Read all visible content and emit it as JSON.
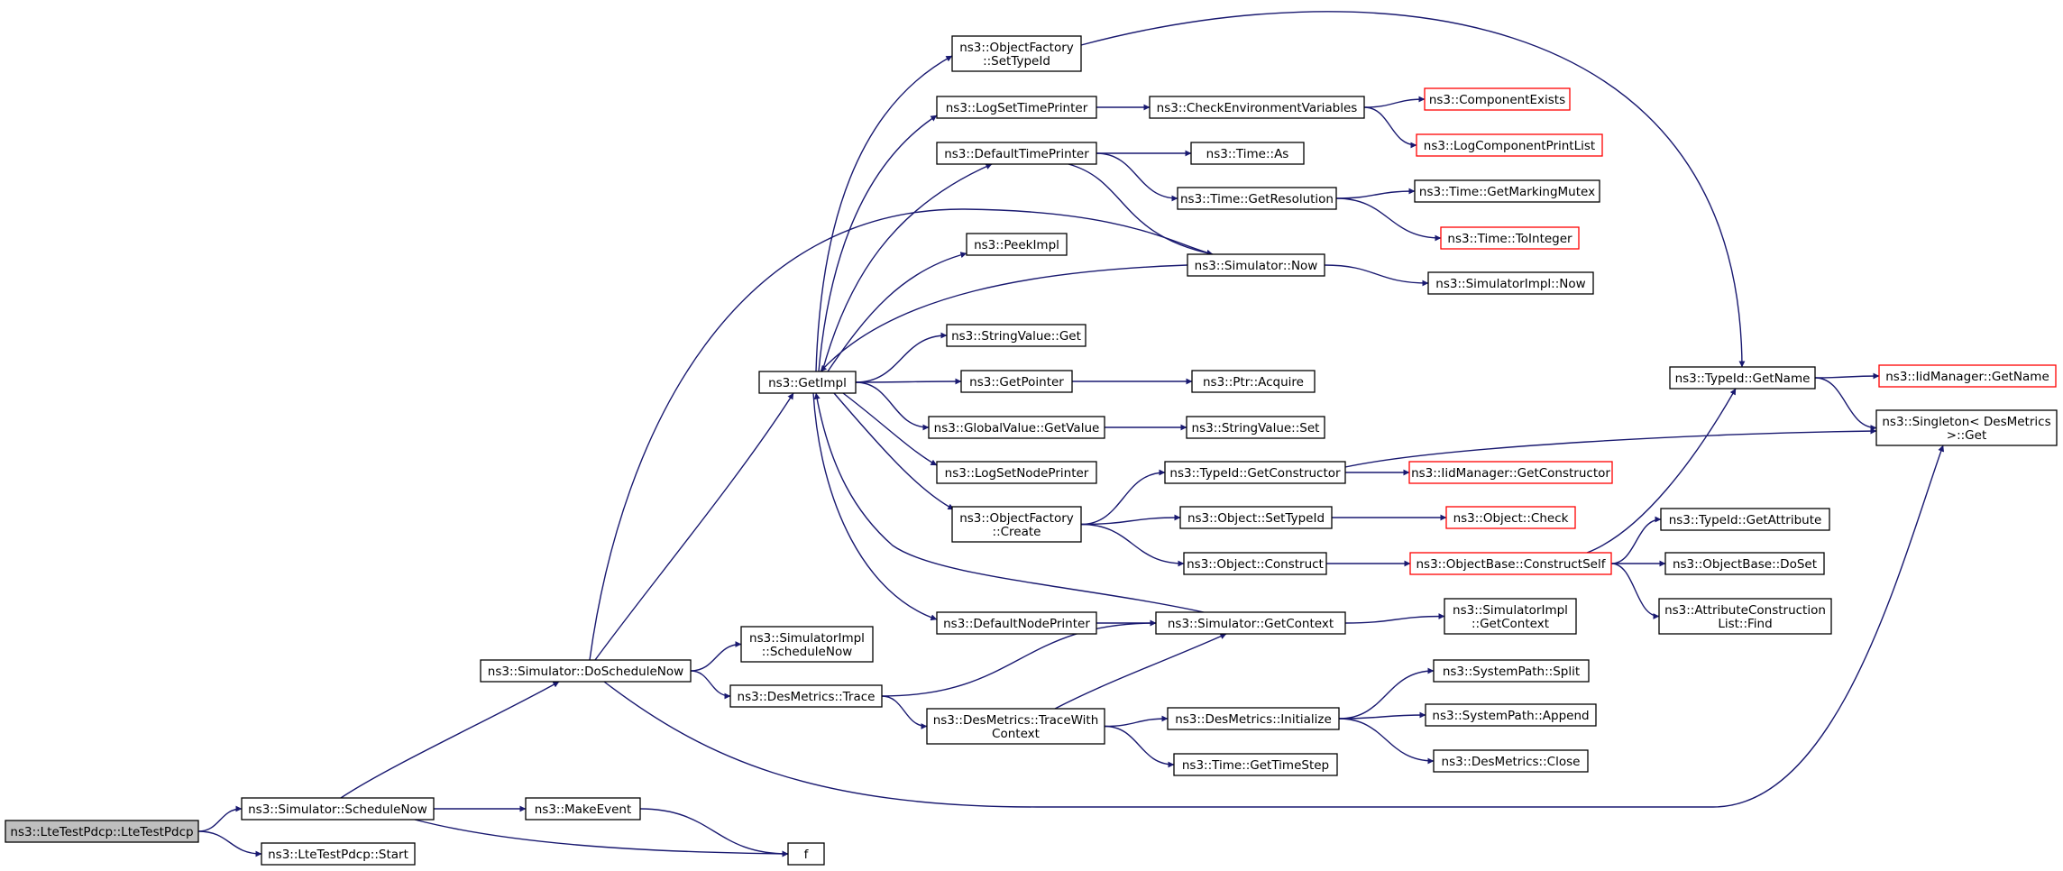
{
  "graph": {
    "colors": {
      "edge": "#191970",
      "node_border": "#000000",
      "node_border_missing": "#ff0000",
      "root_fill": "#bfbfbf",
      "background": "#ffffff"
    },
    "nodes": [
      {
        "id": "root",
        "lines": [
          "ns3::LteTestPdcp::LteTestPdcp"
        ],
        "style": "root"
      },
      {
        "id": "schedulenow",
        "lines": [
          "ns3::Simulator::ScheduleNow"
        ]
      },
      {
        "id": "start",
        "lines": [
          "ns3::LteTestPdcp::Start"
        ]
      },
      {
        "id": "doschedulenow",
        "lines": [
          "ns3::Simulator::DoScheduleNow"
        ]
      },
      {
        "id": "makeevent",
        "lines": [
          "ns3::MakeEvent"
        ]
      },
      {
        "id": "f",
        "lines": [
          "f"
        ]
      },
      {
        "id": "simimpl_schedulenow",
        "lines": [
          "ns3::SimulatorImpl",
          "::ScheduleNow"
        ]
      },
      {
        "id": "desmetrics_trace",
        "lines": [
          "ns3::DesMetrics::Trace"
        ]
      },
      {
        "id": "getimpl",
        "lines": [
          "ns3::GetImpl"
        ]
      },
      {
        "id": "desmetrics_tracewith",
        "lines": [
          "ns3::DesMetrics::TraceWith",
          "Context"
        ]
      },
      {
        "id": "of_settypeid",
        "lines": [
          "ns3::ObjectFactory",
          "::SetTypeId"
        ]
      },
      {
        "id": "logsettimeprinter",
        "lines": [
          "ns3::LogSetTimePrinter"
        ]
      },
      {
        "id": "defaulttimeprinter",
        "lines": [
          "ns3::DefaultTimePrinter"
        ]
      },
      {
        "id": "peekimpl",
        "lines": [
          "ns3::PeekImpl"
        ]
      },
      {
        "id": "stringvalue_get",
        "lines": [
          "ns3::StringValue::Get"
        ]
      },
      {
        "id": "getpointer",
        "lines": [
          "ns3::GetPointer"
        ]
      },
      {
        "id": "globalvalue_getvalue",
        "lines": [
          "ns3::GlobalValue::GetValue"
        ]
      },
      {
        "id": "logsetnodeprinter",
        "lines": [
          "ns3::LogSetNodePrinter"
        ]
      },
      {
        "id": "of_create",
        "lines": [
          "ns3::ObjectFactory",
          "::Create"
        ]
      },
      {
        "id": "defaultnodeprinter",
        "lines": [
          "ns3::DefaultNodePrinter"
        ]
      },
      {
        "id": "checkenv",
        "lines": [
          "ns3::CheckEnvironmentVariables"
        ]
      },
      {
        "id": "time_as",
        "lines": [
          "ns3::Time::As"
        ]
      },
      {
        "id": "time_getresolution",
        "lines": [
          "ns3::Time::GetResolution"
        ]
      },
      {
        "id": "simulator_now",
        "lines": [
          "ns3::Simulator::Now"
        ]
      },
      {
        "id": "ptr_acquire",
        "lines": [
          "ns3::Ptr::Acquire"
        ]
      },
      {
        "id": "stringvalue_set",
        "lines": [
          "ns3::StringValue::Set"
        ]
      },
      {
        "id": "typeid_getconstructor",
        "lines": [
          "ns3::TypeId::GetConstructor"
        ]
      },
      {
        "id": "object_settypeid",
        "lines": [
          "ns3::Object::SetTypeId"
        ]
      },
      {
        "id": "object_construct",
        "lines": [
          "ns3::Object::Construct"
        ]
      },
      {
        "id": "simulator_getcontext",
        "lines": [
          "ns3::Simulator::GetContext"
        ]
      },
      {
        "id": "desmetrics_initialize",
        "lines": [
          "ns3::DesMetrics::Initialize"
        ]
      },
      {
        "id": "time_gettimestep",
        "lines": [
          "ns3::Time::GetTimeStep"
        ]
      },
      {
        "id": "componentexists",
        "lines": [
          "ns3::ComponentExists"
        ],
        "style": "red"
      },
      {
        "id": "logcomponentprintlist",
        "lines": [
          "ns3::LogComponentPrintList"
        ],
        "style": "red"
      },
      {
        "id": "time_getmarkingmutex",
        "lines": [
          "ns3::Time::GetMarkingMutex"
        ]
      },
      {
        "id": "time_tointeger",
        "lines": [
          "ns3::Time::ToInteger"
        ],
        "style": "red"
      },
      {
        "id": "simimpl_now",
        "lines": [
          "ns3::SimulatorImpl::Now"
        ]
      },
      {
        "id": "iidmanager_getconstructor",
        "lines": [
          "ns3::IidManager::GetConstructor"
        ],
        "style": "red"
      },
      {
        "id": "object_check",
        "lines": [
          "ns3::Object::Check"
        ],
        "style": "red"
      },
      {
        "id": "objectbase_constructself",
        "lines": [
          "ns3::ObjectBase::ConstructSelf"
        ],
        "style": "red"
      },
      {
        "id": "simimpl_getcontext",
        "lines": [
          "ns3::SimulatorImpl",
          "::GetContext"
        ]
      },
      {
        "id": "systempath_split",
        "lines": [
          "ns3::SystemPath::Split"
        ]
      },
      {
        "id": "systempath_append",
        "lines": [
          "ns3::SystemPath::Append"
        ]
      },
      {
        "id": "desmetrics_close",
        "lines": [
          "ns3::DesMetrics::Close"
        ]
      },
      {
        "id": "typeid_getname",
        "lines": [
          "ns3::TypeId::GetName"
        ]
      },
      {
        "id": "typeid_getattribute",
        "lines": [
          "ns3::TypeId::GetAttribute"
        ]
      },
      {
        "id": "objectbase_doset",
        "lines": [
          "ns3::ObjectBase::DoSet"
        ]
      },
      {
        "id": "attrconstruction_find",
        "lines": [
          "ns3::AttributeConstruction",
          "List::Find"
        ]
      },
      {
        "id": "iidmanager_getname",
        "lines": [
          "ns3::IidManager::GetName"
        ],
        "style": "red"
      },
      {
        "id": "singleton_get",
        "lines": [
          "ns3::Singleton< DesMetrics",
          " >::Get"
        ]
      }
    ],
    "edges": [
      [
        "root",
        "schedulenow"
      ],
      [
        "root",
        "start"
      ],
      [
        "schedulenow",
        "doschedulenow"
      ],
      [
        "schedulenow",
        "makeevent"
      ],
      [
        "schedulenow",
        "f"
      ],
      [
        "makeevent",
        "f"
      ],
      [
        "doschedulenow",
        "getimpl"
      ],
      [
        "doschedulenow",
        "simimpl_schedulenow"
      ],
      [
        "doschedulenow",
        "desmetrics_trace"
      ],
      [
        "doschedulenow",
        "simulator_now"
      ],
      [
        "doschedulenow",
        "singleton_get"
      ],
      [
        "desmetrics_trace",
        "simulator_getcontext"
      ],
      [
        "desmetrics_trace",
        "desmetrics_tracewith"
      ],
      [
        "desmetrics_tracewith",
        "simulator_getcontext"
      ],
      [
        "desmetrics_tracewith",
        "desmetrics_initialize"
      ],
      [
        "desmetrics_tracewith",
        "time_gettimestep"
      ],
      [
        "getimpl",
        "of_settypeid"
      ],
      [
        "getimpl",
        "logsettimeprinter"
      ],
      [
        "getimpl",
        "defaulttimeprinter"
      ],
      [
        "getimpl",
        "peekimpl"
      ],
      [
        "getimpl",
        "stringvalue_get"
      ],
      [
        "getimpl",
        "getpointer"
      ],
      [
        "getimpl",
        "globalvalue_getvalue"
      ],
      [
        "getimpl",
        "logsetnodeprinter"
      ],
      [
        "getimpl",
        "of_create"
      ],
      [
        "getimpl",
        "defaultnodeprinter"
      ],
      [
        "simulator_now",
        "getimpl"
      ],
      [
        "simulator_getcontext",
        "getimpl"
      ],
      [
        "of_settypeid",
        "typeid_getname"
      ],
      [
        "logsettimeprinter",
        "checkenv"
      ],
      [
        "checkenv",
        "componentexists"
      ],
      [
        "checkenv",
        "logcomponentprintlist"
      ],
      [
        "defaulttimeprinter",
        "time_as"
      ],
      [
        "defaulttimeprinter",
        "time_getresolution"
      ],
      [
        "defaulttimeprinter",
        "simulator_now"
      ],
      [
        "time_getresolution",
        "time_getmarkingmutex"
      ],
      [
        "time_getresolution",
        "time_tointeger"
      ],
      [
        "simulator_now",
        "simimpl_now"
      ],
      [
        "getpointer",
        "ptr_acquire"
      ],
      [
        "globalvalue_getvalue",
        "stringvalue_set"
      ],
      [
        "of_create",
        "typeid_getconstructor"
      ],
      [
        "of_create",
        "object_settypeid"
      ],
      [
        "of_create",
        "object_construct"
      ],
      [
        "typeid_getconstructor",
        "iidmanager_getconstructor"
      ],
      [
        "typeid_getconstructor",
        "singleton_get"
      ],
      [
        "object_settypeid",
        "object_check"
      ],
      [
        "object_construct",
        "objectbase_constructself"
      ],
      [
        "objectbase_constructself",
        "typeid_getname"
      ],
      [
        "objectbase_constructself",
        "typeid_getattribute"
      ],
      [
        "objectbase_constructself",
        "objectbase_doset"
      ],
      [
        "objectbase_constructself",
        "attrconstruction_find"
      ],
      [
        "defaultnodeprinter",
        "simulator_getcontext"
      ],
      [
        "simulator_getcontext",
        "simimpl_getcontext"
      ],
      [
        "desmetrics_initialize",
        "systempath_split"
      ],
      [
        "desmetrics_initialize",
        "systempath_append"
      ],
      [
        "desmetrics_initialize",
        "desmetrics_close"
      ],
      [
        "typeid_getname",
        "iidmanager_getname"
      ],
      [
        "typeid_getname",
        "singleton_get"
      ]
    ]
  }
}
